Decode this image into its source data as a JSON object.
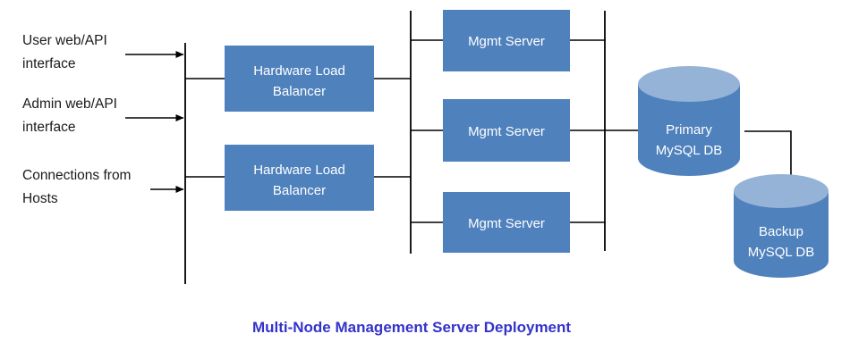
{
  "diagram": {
    "title": "Multi-Node Management Server Deployment",
    "title_color": "#3333cc",
    "background": "#ffffff",
    "box_fill": "#4f81bd",
    "box_text_color": "#ffffff",
    "cylinder_body_fill": "#4f81bd",
    "cylinder_top_fill": "#95b3d7",
    "line_color": "#000000",
    "label_color": "#1a1a1a"
  },
  "inputs": [
    {
      "line1": "User web/API",
      "line2": "interface"
    },
    {
      "line1": "Admin web/API",
      "line2": "interface"
    },
    {
      "line1": "Connections from",
      "line2": "Hosts"
    }
  ],
  "load_balancers": [
    {
      "line1": "Hardware Load",
      "line2": "Balancer"
    },
    {
      "line1": "Hardware Load",
      "line2": "Balancer"
    }
  ],
  "mgmt_servers": [
    {
      "label": "Mgmt Server"
    },
    {
      "label": "Mgmt Server"
    },
    {
      "label": "Mgmt Server"
    }
  ],
  "databases": [
    {
      "line1": "Primary",
      "line2": "MySQL DB"
    },
    {
      "line1": "Backup",
      "line2": "MySQL DB"
    }
  ]
}
